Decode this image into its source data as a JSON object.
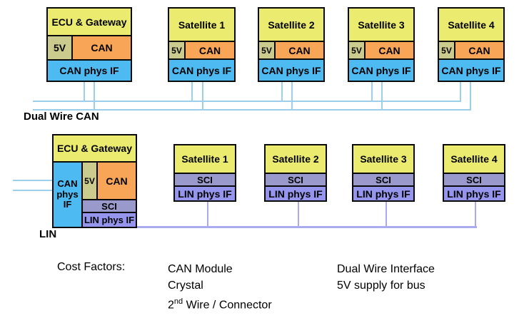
{
  "colors": {
    "yellow": "#EBEB6F",
    "olive": "#CBCB8D",
    "orange": "#F9A558",
    "blue": "#4DBAF2",
    "sci": "#9999CC",
    "linp": "#9595EE",
    "canline": "#9CCFEA",
    "linline": "#AAAAEE"
  },
  "top_row": {
    "ecu": {
      "title": "ECU & Gateway",
      "supply": "5V",
      "module": "CAN",
      "phys": "CAN phys IF"
    },
    "satellites": [
      {
        "title": "Satellite 1",
        "supply": "5V",
        "module": "CAN",
        "phys": "CAN phys IF"
      },
      {
        "title": "Satellite 2",
        "supply": "5V",
        "module": "CAN",
        "phys": "CAN phys IF"
      },
      {
        "title": "Satellite 3",
        "supply": "5V",
        "module": "CAN",
        "phys": "CAN phys IF"
      },
      {
        "title": "Satellite 4",
        "supply": "5V",
        "module": "CAN",
        "phys": "CAN phys IF"
      }
    ]
  },
  "bottom_row": {
    "ecu": {
      "title": "ECU & Gateway",
      "phys": "CAN phys IF",
      "supply": "5V",
      "module": "CAN",
      "sci": "SCI",
      "lin_phys": "LIN phys IF"
    },
    "satellites": [
      {
        "title": "Satellite 1",
        "sci": "SCI",
        "lin_phys": "LIN phys IF"
      },
      {
        "title": "Satellite 2",
        "sci": "SCI",
        "lin_phys": "LIN phys IF"
      },
      {
        "title": "Satellite 3",
        "sci": "SCI",
        "lin_phys": "LIN phys IF"
      },
      {
        "title": "Satellite 4",
        "sci": "SCI",
        "lin_phys": "LIN phys IF"
      }
    ]
  },
  "labels": {
    "dual_wire_can": "Dual Wire CAN",
    "lin": "LIN"
  },
  "cost_factors": {
    "label": "Cost Factors:",
    "can_module": "CAN Module",
    "crystal": "Crystal",
    "second_wire_num": "2",
    "second_wire_sup": "nd",
    "second_wire_rest": " Wire / Connector",
    "dual_wire_interface": "Dual Wire Interface",
    "five_v_supply": "5V supply for bus"
  }
}
